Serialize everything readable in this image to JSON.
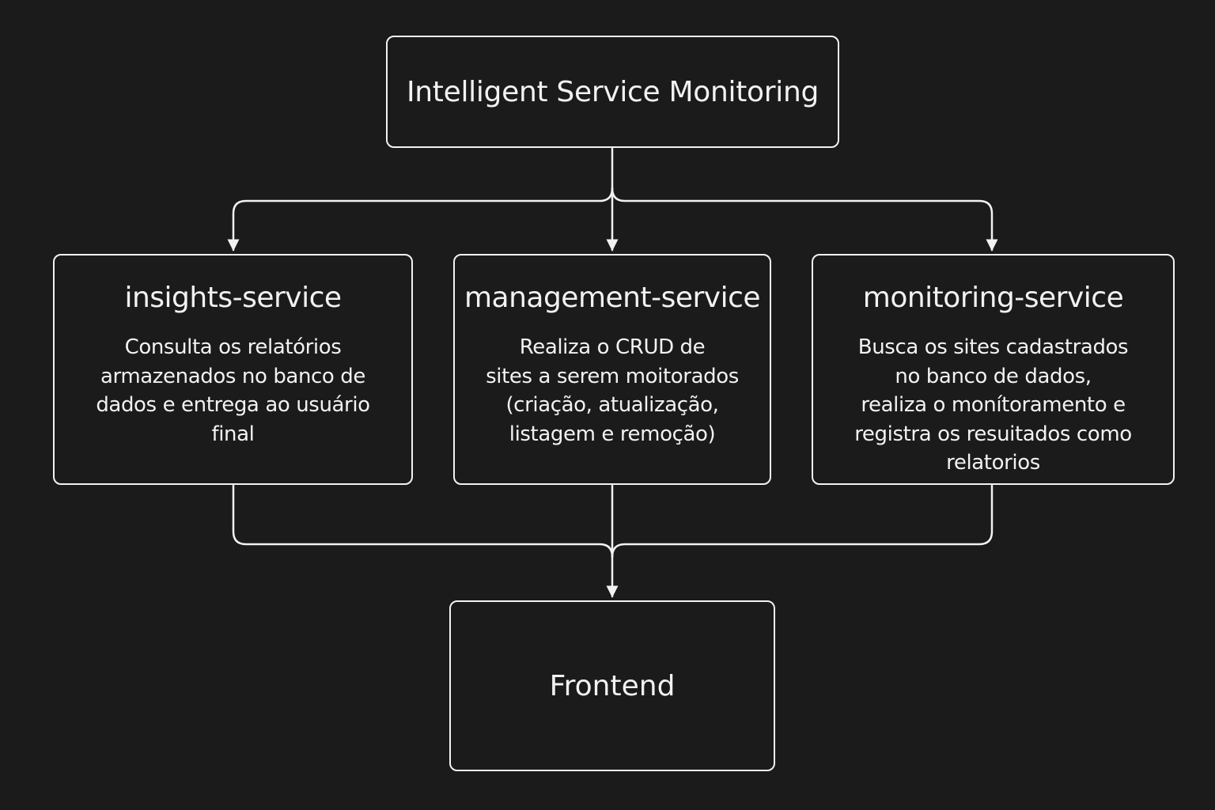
{
  "title": "Intelligent Service Monitoring",
  "services": [
    {
      "name": "insights-service",
      "description": [
        "Consulta os relatórios",
        "armazenados no banco de",
        "dados e entrega ao usuário",
        "final"
      ]
    },
    {
      "name": "management-service",
      "description": [
        "Realiza o CRUD de",
        "sites a serem moitorados",
        "(criação, atualização,",
        "listagem e remoção)"
      ]
    },
    {
      "name": "monitoring-service",
      "description": [
        "Busca os sites cadastrados",
        "no banco de dados,",
        "realiza o monítoramento e",
        "registra os resuitados como",
        "relatorios"
      ]
    }
  ],
  "frontend": "Frontend",
  "colors": {
    "background": "#1b1b1b",
    "stroke": "#f2f2f2",
    "text": "#f2f2f2"
  }
}
